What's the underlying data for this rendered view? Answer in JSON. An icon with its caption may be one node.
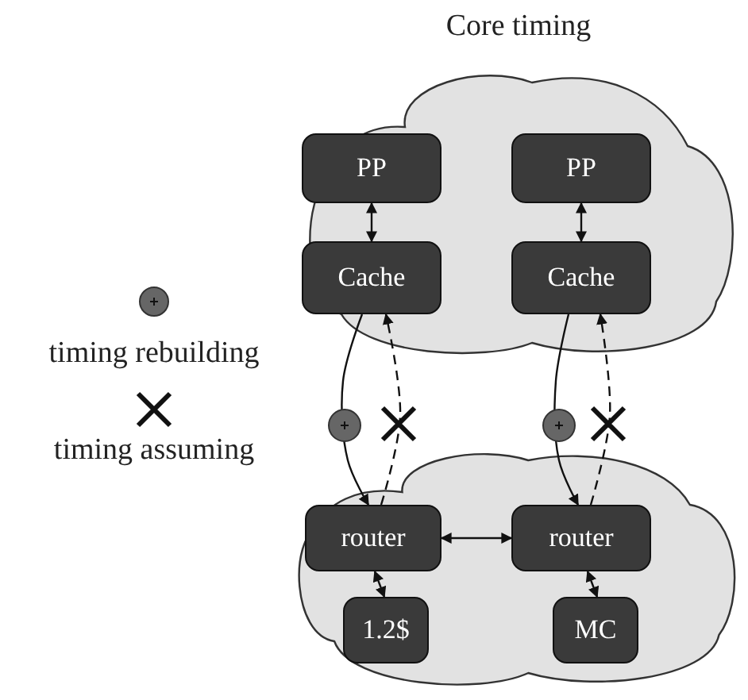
{
  "diagram": {
    "nodes": [
      {
        "text": [
          "Core timing"
        ]
      },
      {
        "text": [
          "PP"
        ],
        "in": 0
      },
      {
        "text": [
          "PP"
        ],
        "in": 0
      },
      {
        "text": [
          "Cache"
        ],
        "in": 0
      },
      {
        "text": [
          "Cache"
        ],
        "in": 0
      },
      {
        "text": [],
        "shape": "cloud"
      },
      {
        "text": [
          "router"
        ],
        "in": 5
      },
      {
        "text": [
          "router"
        ],
        "in": 5
      },
      {
        "text": [
          "1.2$"
        ],
        "in": 5
      },
      {
        "text": [
          "MC"
        ],
        "in": 5
      }
    ],
    "edges": [
      {
        "from": 1,
        "to": 3,
        "arrow": "both"
      },
      {
        "from": 2,
        "to": 4,
        "arrow": "both"
      },
      {
        "from": 3,
        "to": 6,
        "arrow": "to"
      },
      {
        "from": 6,
        "to": 3,
        "arrow": "to",
        "style": "dashed"
      },
      {
        "from": 4,
        "to": 7,
        "arrow": "to"
      },
      {
        "from": 7,
        "to": 4,
        "arrow": "to",
        "style": "dashed"
      },
      {
        "from": 6,
        "to": 7,
        "arrow": "both"
      },
      {
        "from": 6,
        "to": 8,
        "arrow": "both"
      },
      {
        "from": 7,
        "to": 9,
        "arrow": "both"
      }
    ],
    "legend": [
      {
        "text": "timing rebuilding"
      },
      {
        "text": "timing assuming"
      }
    ]
  }
}
